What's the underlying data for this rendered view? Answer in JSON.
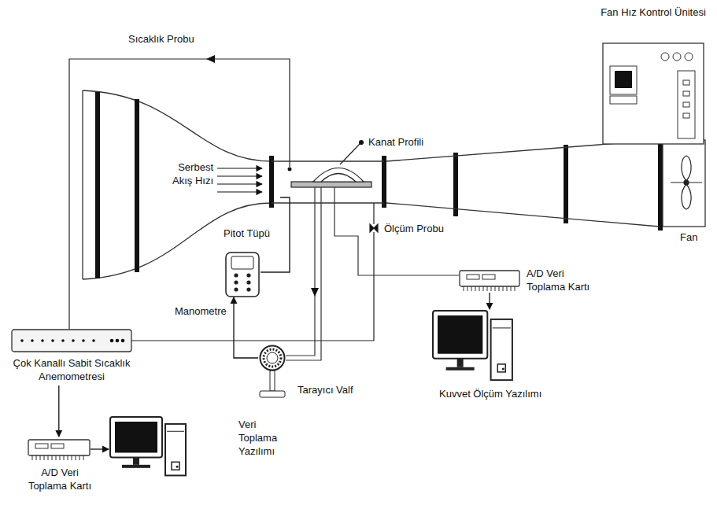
{
  "diagram": {
    "nodes": [
      {
        "text": [
          "Çok Kanallı Sabit Sıcaklık Anemometresi"
        ]
      },
      {
        "text": [
          "A/D Veri Toplama Kartı"
        ]
      },
      {
        "text": [
          "Veri Toplama Yazılımı"
        ]
      },
      {
        "text": [
          "Manometre"
        ]
      },
      {
        "text": [
          "Tarayıcı Valf"
        ]
      },
      {
        "text": [
          "A/D Veri Toplama Kartı"
        ]
      },
      {
        "text": [
          "Kuvvet Ölçüm Yazılımı"
        ]
      },
      {
        "text": [
          "Fan Hız Kontrol Ünitesi"
        ]
      }
    ],
    "edges": [
      {
        "from": 0,
        "to": 1,
        "arrow": "to"
      },
      {
        "from": 1,
        "to": 2,
        "arrow": "to"
      },
      {
        "from": 4,
        "to": 3,
        "arrow": "to"
      },
      {
        "from": 5,
        "to": 6,
        "arrow": "to"
      }
    ],
    "labels": [
      "Sıcaklık Probu",
      "Serbest Akış Hızı",
      "Kanat Profili",
      "Pitot Tüpü",
      "Ölçüm Probu",
      "Fan"
    ]
  }
}
